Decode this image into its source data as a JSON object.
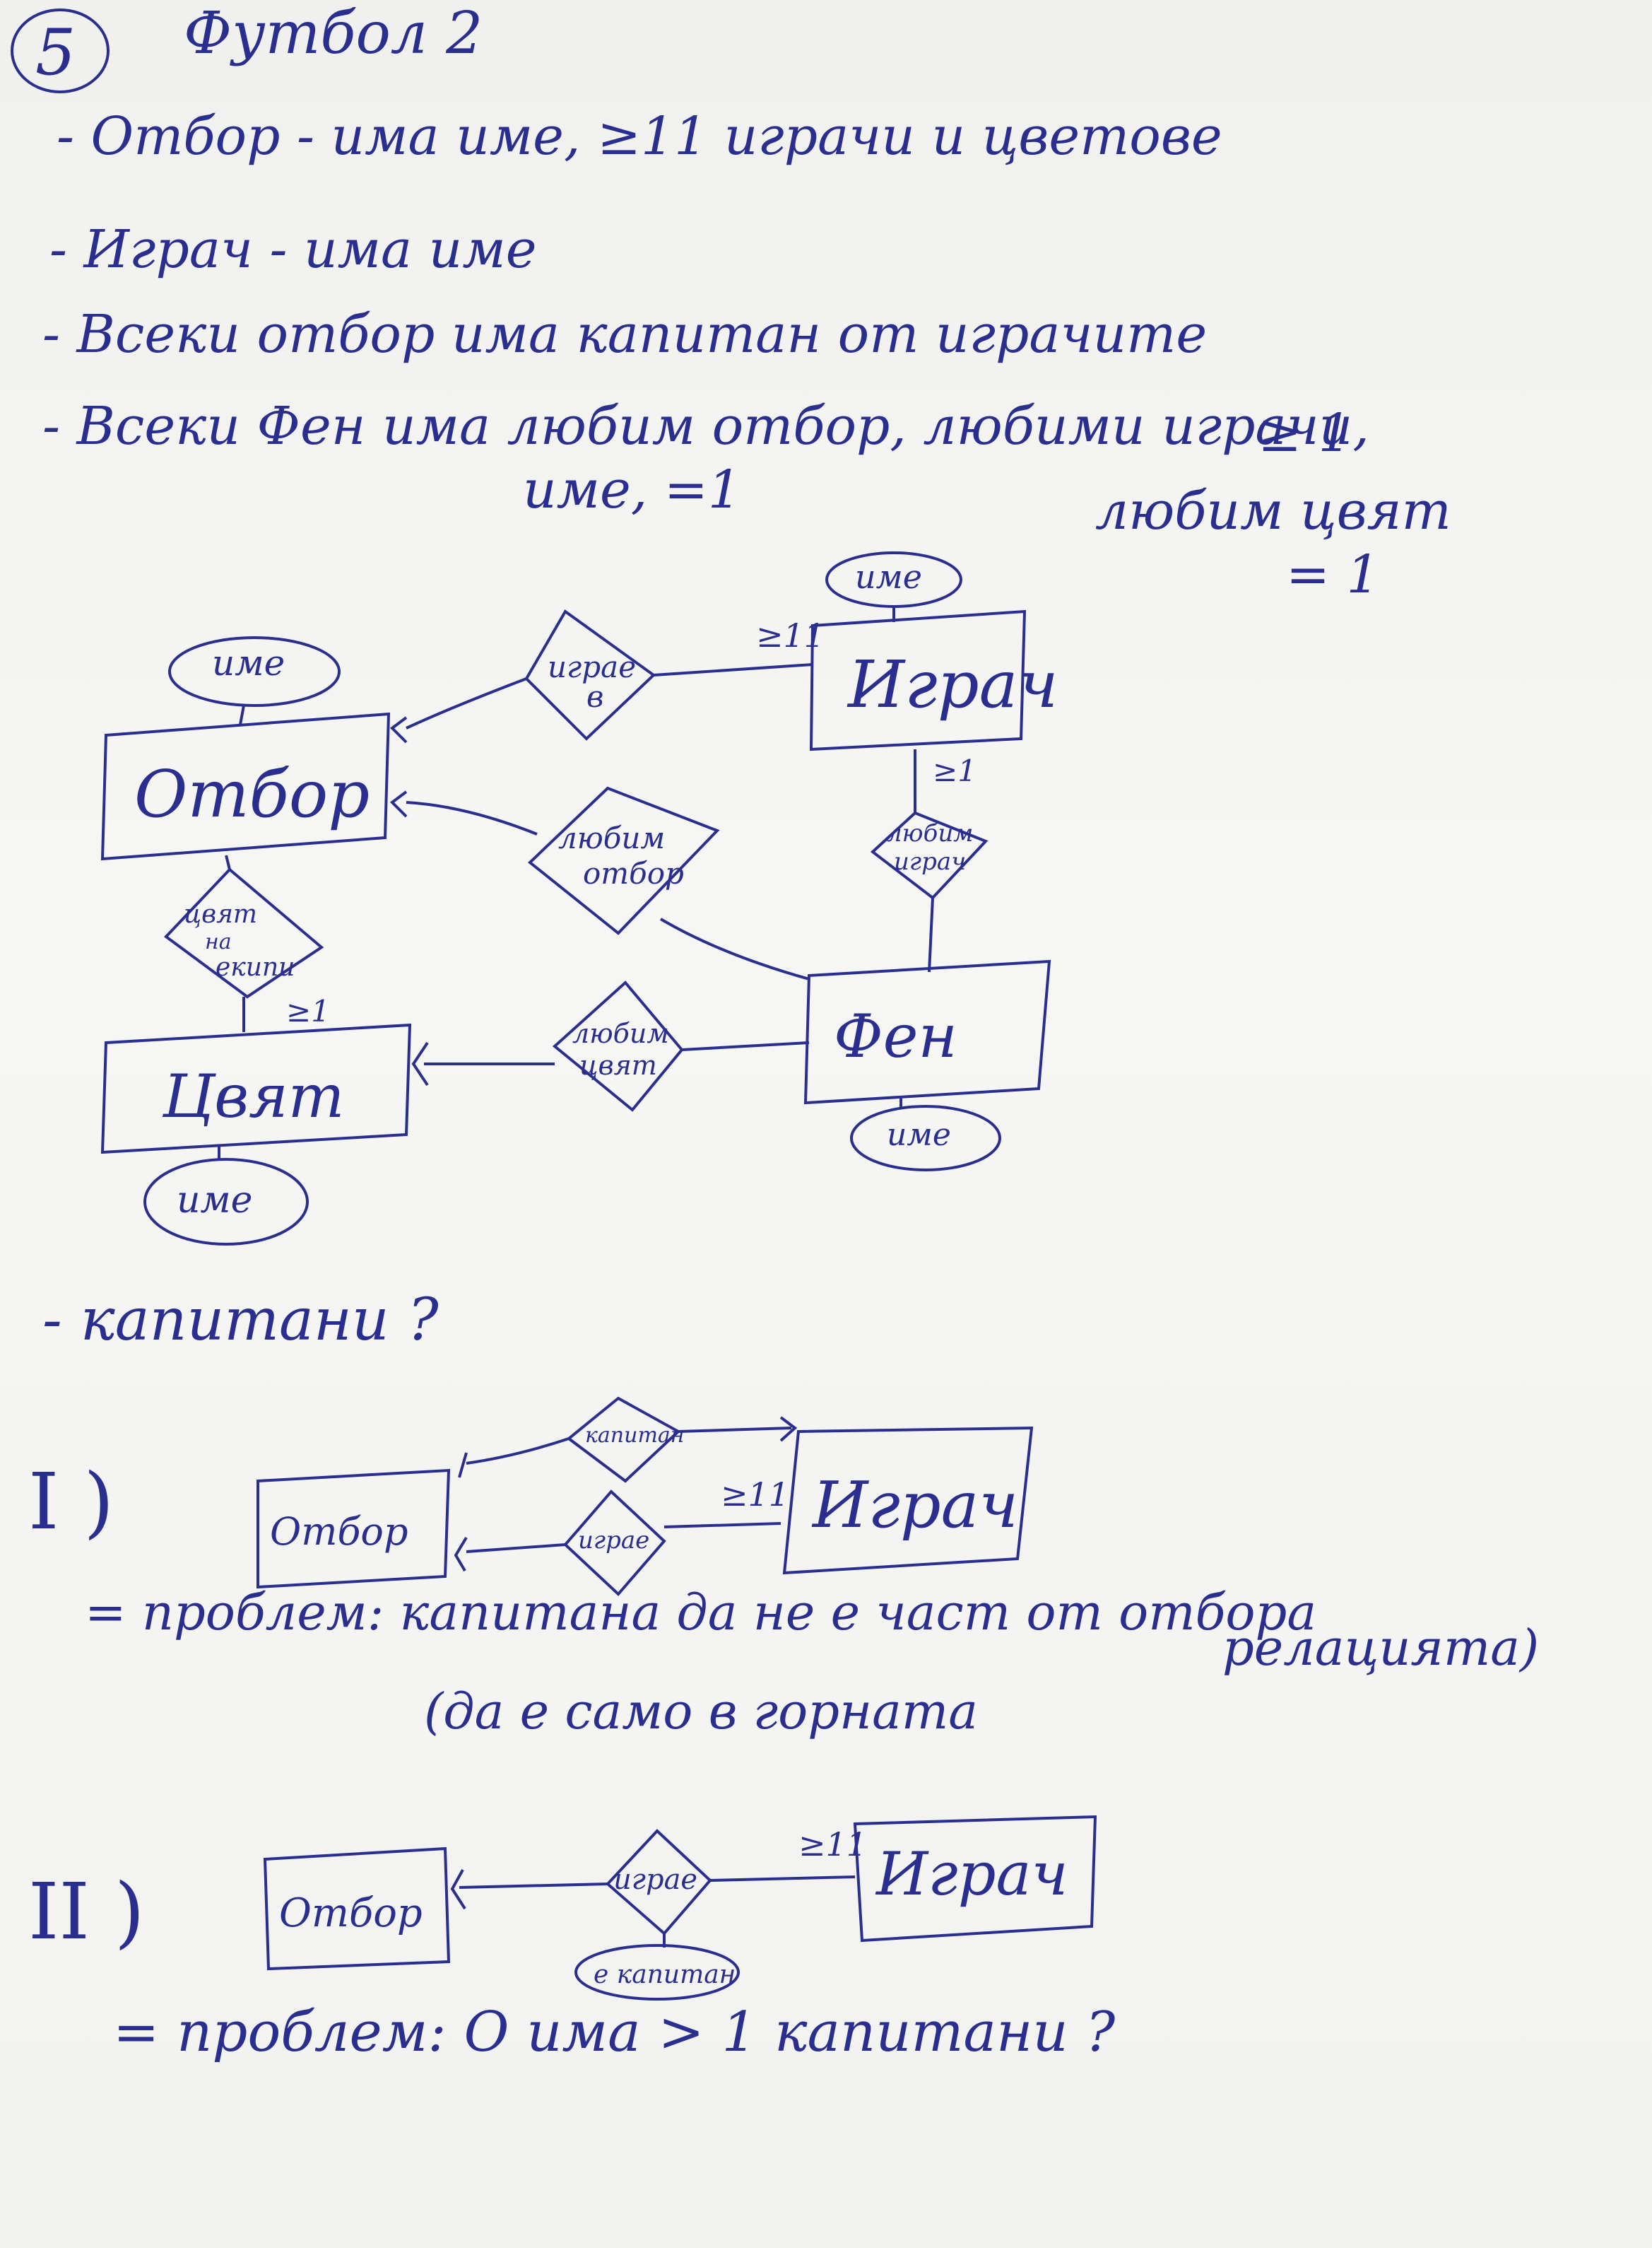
{
  "header": {
    "number": "5",
    "title": "Футбол 2"
  },
  "requirements": [
    "- Отбор - има име, ≥11 играчи и цветове",
    "- Играч - има име",
    "- Всеки отбор има капитан от играчите",
    "- Всеки Фен има любим отбор, любими играчи,",
    "име, =1",
    "≥ 1",
    "любим цвят",
    "= 1"
  ],
  "main_diagram": {
    "entities": {
      "team": "Отбор",
      "player": "Играч",
      "color": "Цвят",
      "fan": "Фен"
    },
    "attributes": {
      "team_name": "име",
      "player_name": "име",
      "color_name": "име",
      "fan_name": "име"
    },
    "relations": {
      "plays_in": [
        "играе",
        "в"
      ],
      "fav_team": [
        "любим",
        "отбор"
      ],
      "fav_player": [
        "любим",
        "играч"
      ],
      "fav_color": [
        "любим",
        "цвят"
      ],
      "team_colors": [
        "цвят",
        "на",
        "екипи"
      ]
    },
    "cardinalities": {
      "plays_in_player": "≥11",
      "player_fav": "≥1",
      "team_colors": "≥1"
    }
  },
  "captains": {
    "heading": "- капитани ?",
    "option1": {
      "label": "I )",
      "team": "Отбор",
      "player": "Играч",
      "rel_captain": "капитан",
      "rel_plays": "играе",
      "cardinality": "≥11",
      "problem_line1": "= проблем: капитана да не е част от отбора",
      "problem_suffix": "релацията)",
      "problem_line2": "(да е само в горната"
    },
    "option2": {
      "label": "II )",
      "team": "Отбор",
      "player": "Играч",
      "rel_plays": "играе",
      "cardinality": "≥11",
      "attr": "е капитан",
      "problem": "= проблем: О има > 1 капитани ?"
    }
  }
}
